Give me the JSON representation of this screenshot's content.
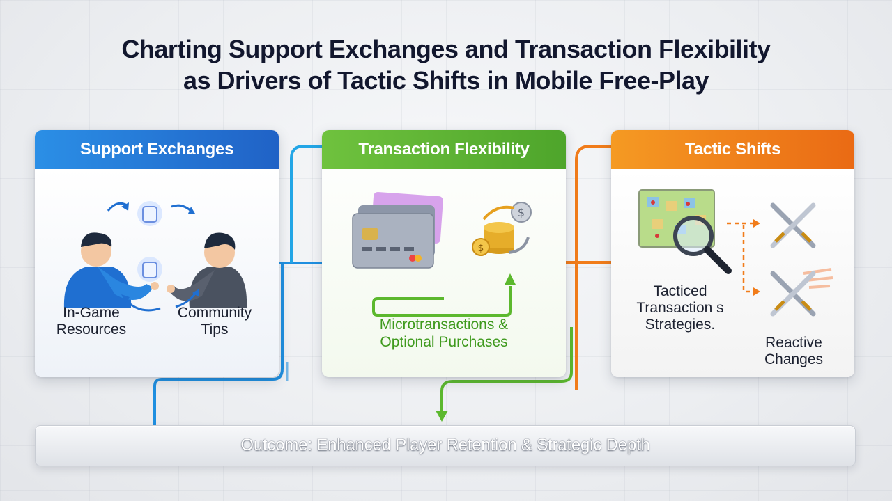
{
  "title": {
    "line1": "Charting Support Exchanges and Transaction Flexibility",
    "line2": "as Drivers of Tactic Shifts in Mobile Free-Play"
  },
  "cards": [
    {
      "header": "Support Exchanges",
      "color": "#2a7fdc",
      "labels": {
        "left": "In-Game\nResources",
        "right": "Community\nTips"
      },
      "icons": [
        "person-left-icon",
        "person-right-icon",
        "resource-token-icon",
        "cycle-arrow-icon"
      ]
    },
    {
      "header": "Transaction Flexibility",
      "color": "#5cb336",
      "labels": {
        "main": "Microtransactions &\nOptional Purchases"
      },
      "icons": [
        "credit-card-icon",
        "coin-stack-icon"
      ]
    },
    {
      "header": "Tactic Shifts",
      "color": "#f07d1c",
      "labels": {
        "left": "Tacticed\nTransaction s\nStrategies.",
        "right": "Reactive\nChanges"
      },
      "icons": [
        "strategy-map-icon",
        "magnifier-icon",
        "crossed-swords-icon",
        "crossed-swords-icon"
      ]
    }
  ],
  "outcome": {
    "text": "Outcome: Enhanced Player Retention & Strategic Depth"
  },
  "colors": {
    "blue_wire": "#1f8fe0",
    "green_wire": "#5cb82e",
    "orange_wire": "#f17c1a"
  }
}
